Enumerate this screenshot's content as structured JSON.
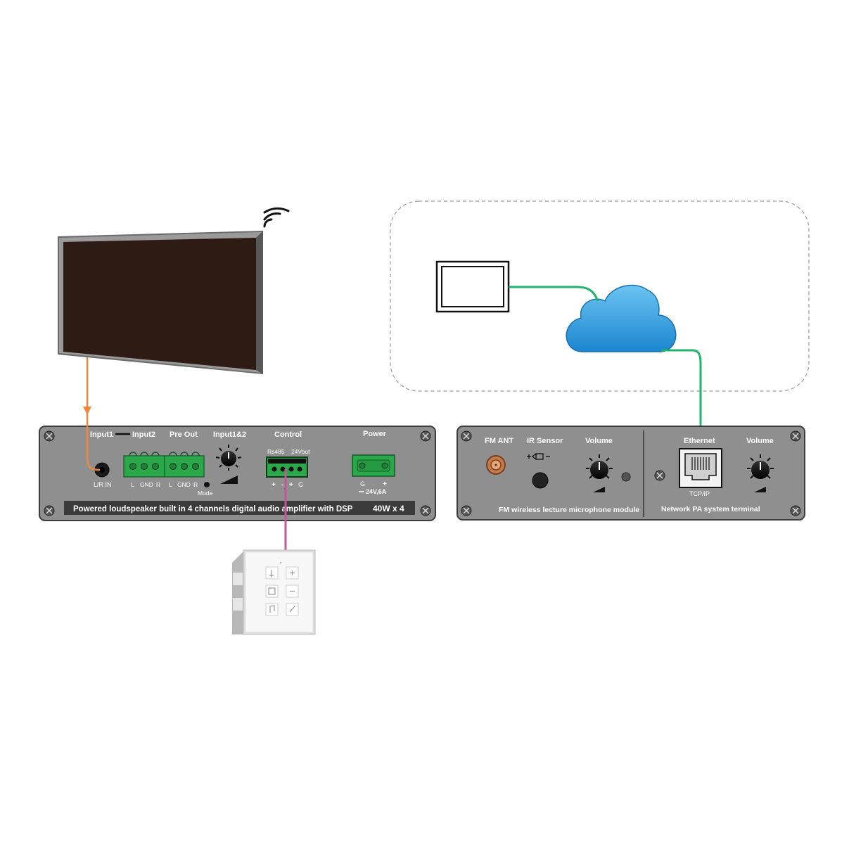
{
  "amp": {
    "input1": "Input1",
    "input2": "Input2",
    "preout": "Pre Out",
    "input12": "Input1&2",
    "control": "Control",
    "power": "Power",
    "lrin": "L/R IN",
    "ch_l": "L",
    "ch_gnd": "GND",
    "ch_r": "R",
    "ch_l2": "L",
    "ch_gnd2": "GND",
    "ch_r2": "R",
    "mode": "Mode",
    "rs485": "Rs485",
    "out24": "24Vout",
    "ctl_plus": "+",
    "ctl_minus": "-",
    "ctl_plus2": "+",
    "ctl_g": "G",
    "pwr_g": "G",
    "pwr_plus": "+",
    "pwr_rating": "24V,6A",
    "banner": "Powered loudspeaker built in 4 channels  digital audio amplifier  with DSP",
    "wattage": "40W x 4"
  },
  "terminal": {
    "fmant": "FM ANT",
    "irsensor": "IR Sensor",
    "volume1": "Volume",
    "ethernet": "Ethernet",
    "volume2": "Volume",
    "tcpip": "TCP/IP",
    "fm_caption": "FM wireless lecture microphone module",
    "net_caption": "Network PA system terminal"
  },
  "colors": {
    "panel": "#8f8f8f",
    "connector": "#2aa84a",
    "audio_cable": "#f0883a",
    "control_cable": "#c0589a",
    "network_cable": "#1fb36b",
    "cloud": "#1e8fd6"
  }
}
